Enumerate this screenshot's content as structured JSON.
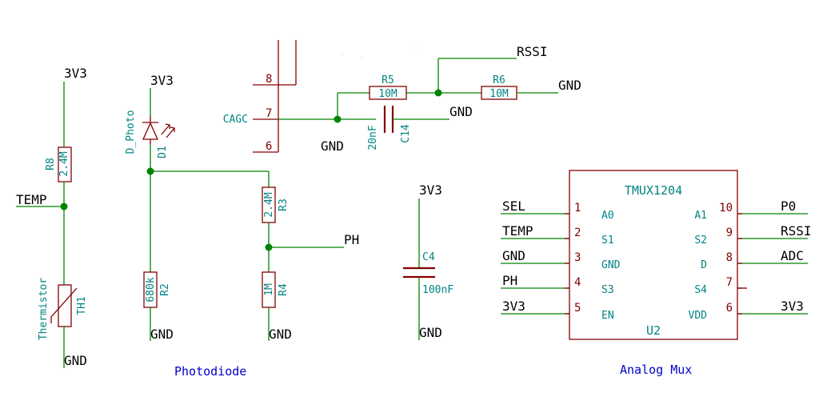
{
  "nets": {
    "therm_3v3": "3V3",
    "temp_left": "TEMP",
    "therm_gnd": "GND",
    "photo_3v3": "3V3",
    "r2_gnd": "GND",
    "r4_gnd": "GND",
    "ph": "PH",
    "cagc": "CAGC",
    "agc_gnd": "GND",
    "c14_gnd": "GND",
    "rssi_top": "RSSI",
    "r6_gnd": "GND",
    "c4_3v3": "3V3",
    "c4_gnd": "GND"
  },
  "components": {
    "r8": {
      "ref": "R8",
      "value": "2.4M"
    },
    "th1": {
      "ref": "TH1",
      "value": "Thermistor"
    },
    "d1": {
      "ref": "D1",
      "value": "D_Photo"
    },
    "r2": {
      "ref": "R2",
      "value": "680k"
    },
    "r3": {
      "ref": "R3",
      "value": "2.4M"
    },
    "r4": {
      "ref": "R4",
      "value": "1M"
    },
    "r5": {
      "ref": "R5",
      "value": "10M"
    },
    "r6": {
      "ref": "R6",
      "value": "10M"
    },
    "c14": {
      "ref": "C14",
      "value": "20nF"
    },
    "c4": {
      "ref": "C4",
      "value": "100nF"
    }
  },
  "connector": {
    "pins": [
      "8",
      "7",
      "6"
    ]
  },
  "mux": {
    "part": "TMUX1204",
    "ref": "U2",
    "left_pins": [
      {
        "num": "1",
        "name": "A0",
        "net": "SEL"
      },
      {
        "num": "2",
        "name": "S1",
        "net": "TEMP"
      },
      {
        "num": "3",
        "name": "GND",
        "net": "GND"
      },
      {
        "num": "4",
        "name": "S3",
        "net": "PH"
      },
      {
        "num": "5",
        "name": "EN",
        "net": "3V3"
      }
    ],
    "right_pins": [
      {
        "num": "10",
        "name": "A1",
        "net": "P0"
      },
      {
        "num": "9",
        "name": "S2",
        "net": "RSSI"
      },
      {
        "num": "8",
        "name": "D",
        "net": "ADC"
      },
      {
        "num": "7",
        "name": "S4",
        "net": ""
      },
      {
        "num": "6",
        "name": "VDD",
        "net": "3V3"
      }
    ]
  },
  "notes": {
    "photodiode": "Photodiode",
    "analog_mux": "Analog Mux"
  }
}
